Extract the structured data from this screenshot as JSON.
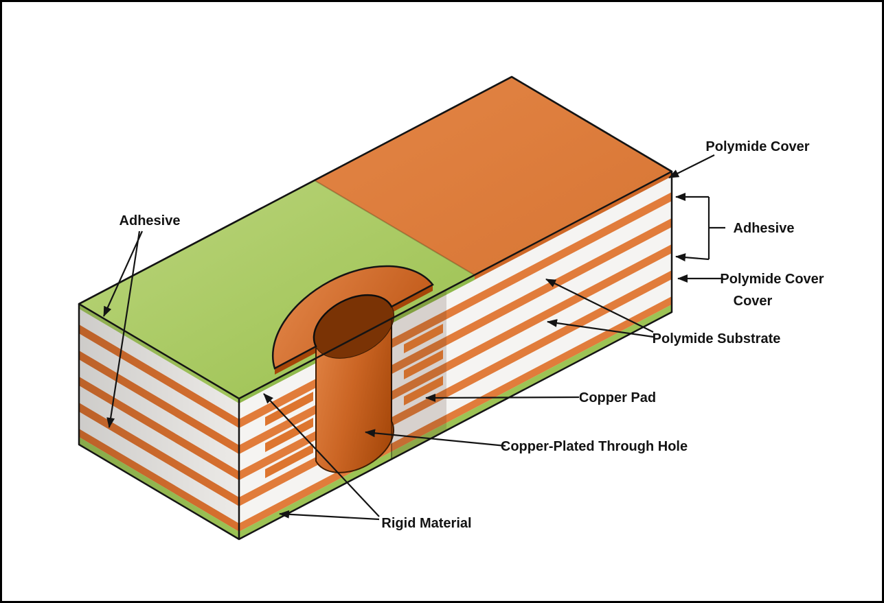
{
  "diagram": {
    "labels": {
      "adhesive_left": "Adhesive",
      "polymide_cover_top": "Polymide Cover",
      "adhesive_right": "Adhesive",
      "polymide_cover_right": "Polymide Cover",
      "cover_right": "Cover",
      "polymide_substrate": "Polymide Substrate",
      "copper_pad": "Copper Pad",
      "copper_plated_through_hole": "Copper-Plated Through Hole",
      "rigid_material": "Rigid Material"
    },
    "colors": {
      "copper_top": "#DD7F3E",
      "stripe_orange": "#E17C3B",
      "cover_green": "#A2C65C",
      "substrate_white": "#F5F4F2",
      "barrel_copper_dark": "#A84708",
      "outline": "#141414"
    }
  }
}
